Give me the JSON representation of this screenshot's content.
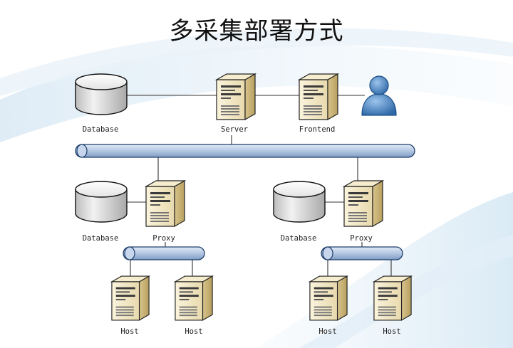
{
  "title": "多采集部署方式",
  "nodes": {
    "top_database": "Database",
    "top_server": "Server",
    "top_frontend": "Frontend",
    "left_database": "Database",
    "left_proxy": "Proxy",
    "right_database": "Database",
    "right_proxy": "Proxy",
    "left_host_1": "Host",
    "left_host_2": "Host",
    "right_host_1": "Host",
    "right_host_2": "Host"
  },
  "icons": {
    "database": "database-icon",
    "server": "server-icon",
    "user": "user-icon",
    "bus": "network-bus"
  },
  "colors": {
    "bus_fill": "#b9cbe3",
    "bus_stroke": "#1f3f6b",
    "server_body": "#f1e6c4",
    "user_body": "#4f86c2",
    "line": "#333333"
  }
}
